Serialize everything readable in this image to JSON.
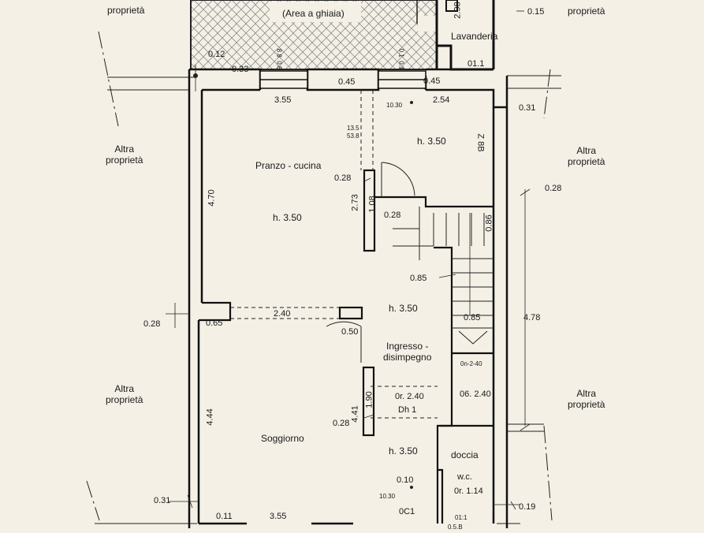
{
  "neighbors": {
    "top_left": "proprietà",
    "top_right": "proprietà",
    "mid_left": [
      "Altra",
      "proprietà"
    ],
    "mid_right": [
      "Altra",
      "proprietà"
    ],
    "lower_left": [
      "Altra",
      "proprietà"
    ],
    "lower_right": [
      "Altra",
      "proprietà"
    ]
  },
  "courtyard": {
    "label": "(Area a ghiaia)",
    "code_a": "8.8  0.8",
    "code_b": "0.1  0.1"
  },
  "rooms": {
    "lavanderia": "Lavanderia",
    "lavanderia_code": "01.1",
    "pranzo": "Pranzo - cucina",
    "pranzo_h": "h. 3.50",
    "studio_h": "h. 3.50",
    "studio_code": "Z 8B",
    "ingresso_h": "h. 3.50",
    "ingresso": [
      "Ingresso -",
      "disimpegno"
    ],
    "soggiorno": "Soggiorno",
    "soggiorno_h": "h. 3.50",
    "doccia": "doccia",
    "wc": "w.c.",
    "wc_h": "0r. 1.14",
    "door_lbl_1": "0r. 2.40",
    "door_lbl_2": "Dh 1",
    "door_lbl_3": "0n-2-40",
    "door_lbl_4": "06. 2.40"
  },
  "dims": {
    "d_012": "0.12",
    "d_033": "0.33",
    "d_045a": "0.45",
    "d_045b": "0.45",
    "d_355a": "3.55",
    "d_254": "2.54",
    "d_031a": "0.31",
    "d_015": "0.15",
    "d_298": "2.98",
    "d_028a": "0.28",
    "d_028b": "0.28",
    "d_028c": "0.28",
    "d_028d": "0.28",
    "d_028e": "0.28",
    "d_470": "4.70",
    "d_273": "2.73",
    "d_108": "1.08",
    "d_086": "0.86",
    "d_085a": "0.85",
    "d_085b": "0.85",
    "d_478": "4.78",
    "d_065": "0.65",
    "d_240": "2.40",
    "d_050": "0.50",
    "d_444": "4.44",
    "d_441": "4.41",
    "d_190": "1.90",
    "d_010": "0.10",
    "d_031b": "0.31",
    "d_011": "0.11",
    "d_355b": "3.55",
    "d_019": "0.19",
    "d_0c1": "0C1",
    "d_011b": "01:1",
    "d_05b": "0.5.B",
    "d_1030a": "10.30",
    "d_1030b": "10.30",
    "d_135": "13.5",
    "d_538": "53.8"
  }
}
